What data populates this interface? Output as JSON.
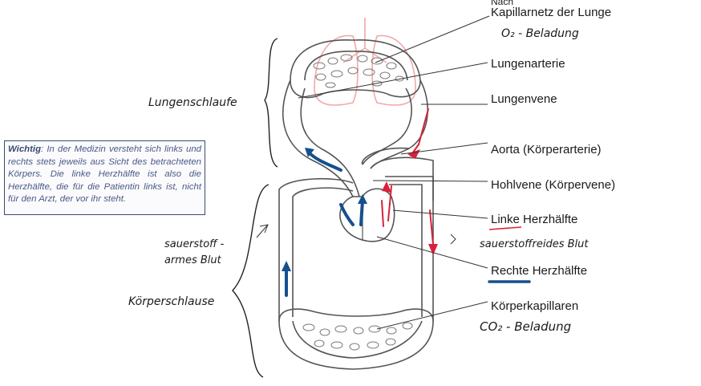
{
  "labels": {
    "capillary_lung": "Kapillarnetz der Lunge",
    "o2_loading": "O₂ - Beladung",
    "lung_artery": "Lungenarterie",
    "lung_vein": "Lungenvene",
    "aorta": "Aorta (Körperarterie)",
    "vena_cava": "Hohlvene (Körpervene)",
    "left_heart_prefix": "Linke",
    "left_heart_suffix": " Herzhälfte",
    "deoxygenated_blood_right": "sauerstoffreides Blut",
    "right_heart_prefix": "Rechte",
    "right_heart_suffix": " Herzhälfte",
    "body_capillaries": "Körperkapillaren",
    "co2_loading": "CO₂ - Beladung",
    "lung_loop": "Lungenschlaufe",
    "deoxygenated_left_line1": "sauerstoff -",
    "deoxygenated_left_line2": "armes Blut",
    "body_loop": "Körperschlause",
    "cut_top_text": "Nach"
  },
  "note": {
    "bold": "Wichtig",
    "text": ": In der Medizin versteht sich links und rechts stets jeweils aus Sicht des betrachteten Körpers. Die linke Herzhälfte ist also die Herzhälfte, die für die Patientin links ist, nicht für den Arzt, der vor ihr steht."
  },
  "colors": {
    "oxygenated": "#d8213a",
    "deoxygenated": "#14508e",
    "lung_pink": "#f2a8a8",
    "outline": "#555555"
  }
}
